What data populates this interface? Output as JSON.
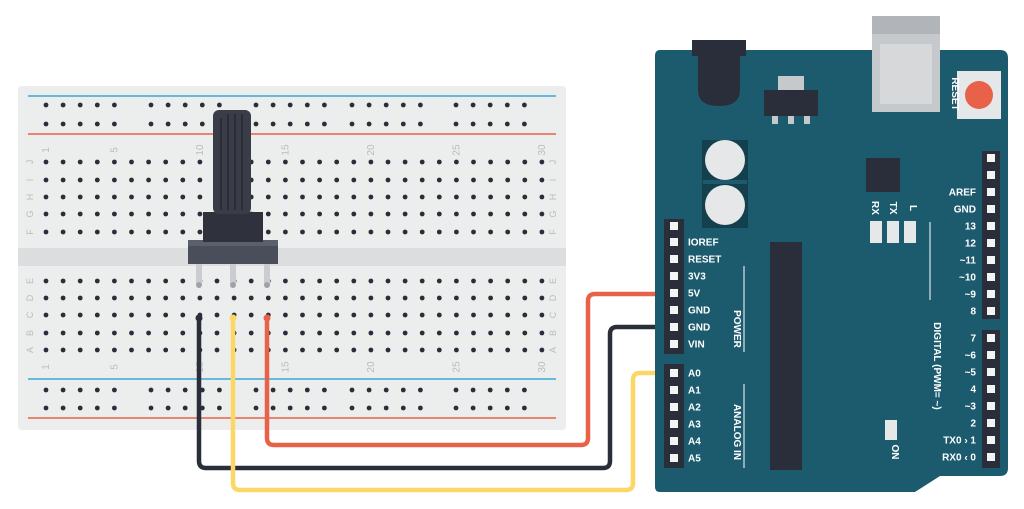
{
  "breadboard": {
    "column_numbers": [
      "1",
      "5",
      "10",
      "15",
      "20",
      "25",
      "30"
    ],
    "row_letters_top": [
      "J",
      "I",
      "H",
      "G",
      "F"
    ],
    "row_letters_bottom": [
      "E",
      "D",
      "C",
      "B",
      "A"
    ]
  },
  "arduino": {
    "reset_label": "RESET",
    "power_pins": [
      "IOREF",
      "RESET",
      "3V3",
      "5V",
      "GND",
      "GND",
      "VIN"
    ],
    "analog_pins": [
      "A0",
      "A1",
      "A2",
      "A3",
      "A4",
      "A5"
    ],
    "digital_high_pins": [
      "AREF",
      "GND",
      "13",
      "12",
      "~11",
      "~10",
      "~9",
      "8"
    ],
    "digital_low_pins": [
      "7",
      "~6",
      "~5",
      "4",
      "~3",
      "2",
      "TX0 › 1",
      "RX0 ‹ 0"
    ],
    "power_section_label": "POWER",
    "analog_section_label": "ANALOG IN",
    "digital_section_label": "DIGITAL (PWM= ~)",
    "led_labels": [
      "RX",
      "TX",
      "L"
    ],
    "on_label": "ON"
  },
  "colors": {
    "board": "#1c5b6e",
    "board_dark": "#15495a",
    "breadboard": "#eceded",
    "wire_power": "#e8624a",
    "wire_ground": "#2a2d3a",
    "wire_signal": "#fbd765",
    "rail_blue": "#3aa6d6",
    "rail_red": "#e8624a"
  },
  "components": {
    "potentiometer": "rotary-potentiometer-icon"
  }
}
